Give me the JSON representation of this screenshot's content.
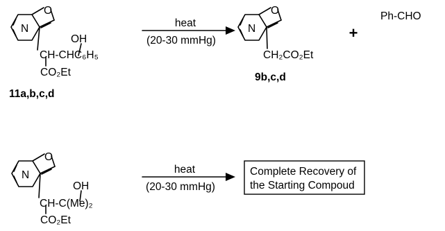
{
  "reaction1": {
    "reactant": {
      "ring_hetero_n": "N",
      "ring_hetero_o": "O",
      "oh": "OH",
      "chain": "CH-CHC₆H₅",
      "ester": "CO₂Et",
      "compound_id": "11a,b,c,d"
    },
    "arrow": {
      "above": "heat",
      "below": "(20-30 mmHg)"
    },
    "product": {
      "ring_hetero_n": "N",
      "ring_hetero_o": "O",
      "chain": "CH₂CO₂Et",
      "compound_id": "9b,c,d"
    },
    "plus": "+",
    "byproduct": "Ph-CHO"
  },
  "reaction2": {
    "reactant": {
      "ring_hetero_n": "N",
      "ring_hetero_o": "O",
      "oh": "OH",
      "chain": "CH-C(Me)₂",
      "ester": "CO₂Et"
    },
    "arrow": {
      "above": "heat",
      "below": "(20-30 mmHg)"
    },
    "result_box": {
      "line1": "Complete Recovery of",
      "line2": "the Starting Compoud"
    }
  }
}
